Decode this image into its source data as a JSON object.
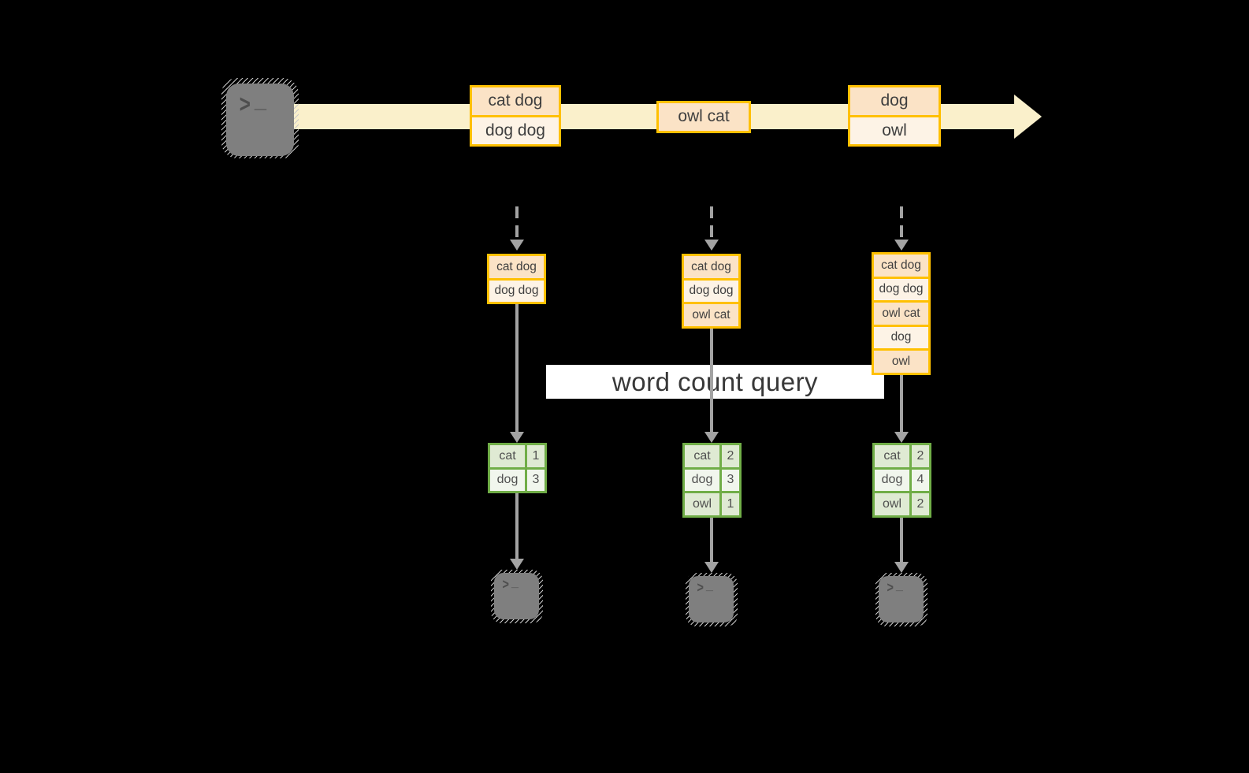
{
  "query_label": "word count query",
  "icons": {
    "terminal_chevron": ">",
    "terminal_underscore": "_"
  },
  "colors": {
    "background": "#000000",
    "gold": "#FFC000",
    "peach": "#FBE3C6",
    "cream": "#FDF3E6",
    "band": "#FAF0CB",
    "green": "#70AD47",
    "green_light": "#DFEAD3",
    "green_lighter": "#F1F6ED",
    "arrow_gray": "#A3A3A3",
    "terminal_gray": "#7F7F7F",
    "glyph_gray": "#4E4E4E",
    "text": "#3F3F3F",
    "query_bg": "#FFFFFF",
    "query_text": "#383838"
  },
  "stream": {
    "batches": [
      {
        "items": [
          "cat dog",
          "dog dog"
        ]
      },
      {
        "items": [
          "owl cat"
        ]
      },
      {
        "items": [
          "dog",
          "owl"
        ]
      }
    ]
  },
  "columns": [
    {
      "state": [
        "cat dog",
        "dog dog"
      ],
      "counts": [
        {
          "word": "cat",
          "count": "1"
        },
        {
          "word": "dog",
          "count": "3"
        }
      ]
    },
    {
      "state": [
        "cat dog",
        "dog dog",
        "owl cat"
      ],
      "counts": [
        {
          "word": "cat",
          "count": "2"
        },
        {
          "word": "dog",
          "count": "3"
        },
        {
          "word": "owl",
          "count": "1"
        }
      ]
    },
    {
      "state": [
        "cat dog",
        "dog dog",
        "owl cat",
        "dog",
        "owl"
      ],
      "counts": [
        {
          "word": "cat",
          "count": "2"
        },
        {
          "word": "dog",
          "count": "4"
        },
        {
          "word": "owl",
          "count": "2"
        }
      ]
    }
  ]
}
